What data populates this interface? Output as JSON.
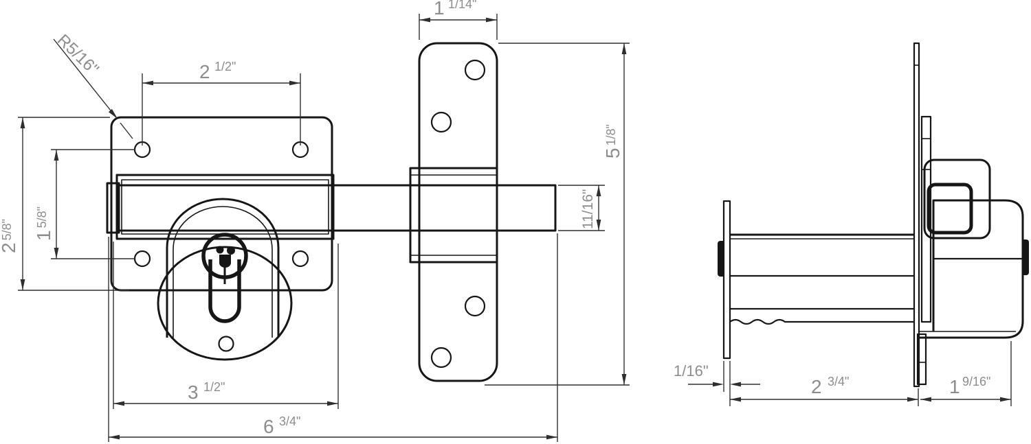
{
  "drawing": {
    "kind": "gate-lock-technical-drawing",
    "background_color": "#ffffff",
    "part_line_color": "#161616",
    "dimension_line_color": "#2f2f2f",
    "dimension_text_color": "#8d8d8d"
  },
  "dimensions": {
    "radius_callout": "R5/16\"",
    "hole_spacing": {
      "whole": "2",
      "frac": "1/2\""
    },
    "keep_plate_width": {
      "whole": "1",
      "frac": "1/14\""
    },
    "keep_plate_height": {
      "whole": "5",
      "frac": "1/8\""
    },
    "bolt_height": "11/16\"",
    "lock_plate_height": {
      "whole": "2",
      "frac": "5/8\""
    },
    "hole_vertical_spacing": {
      "whole": "1",
      "frac": "5/8\""
    },
    "lock_body_width": {
      "whole": "3",
      "frac": "1/2\""
    },
    "overall_length": {
      "whole": "6",
      "frac": "3/4\""
    },
    "plate_thickness": "1/16\"",
    "cylinder_length": {
      "whole": "2",
      "frac": "3/4\""
    },
    "body_depth": {
      "whole": "1",
      "frac": "9/16\""
    }
  }
}
